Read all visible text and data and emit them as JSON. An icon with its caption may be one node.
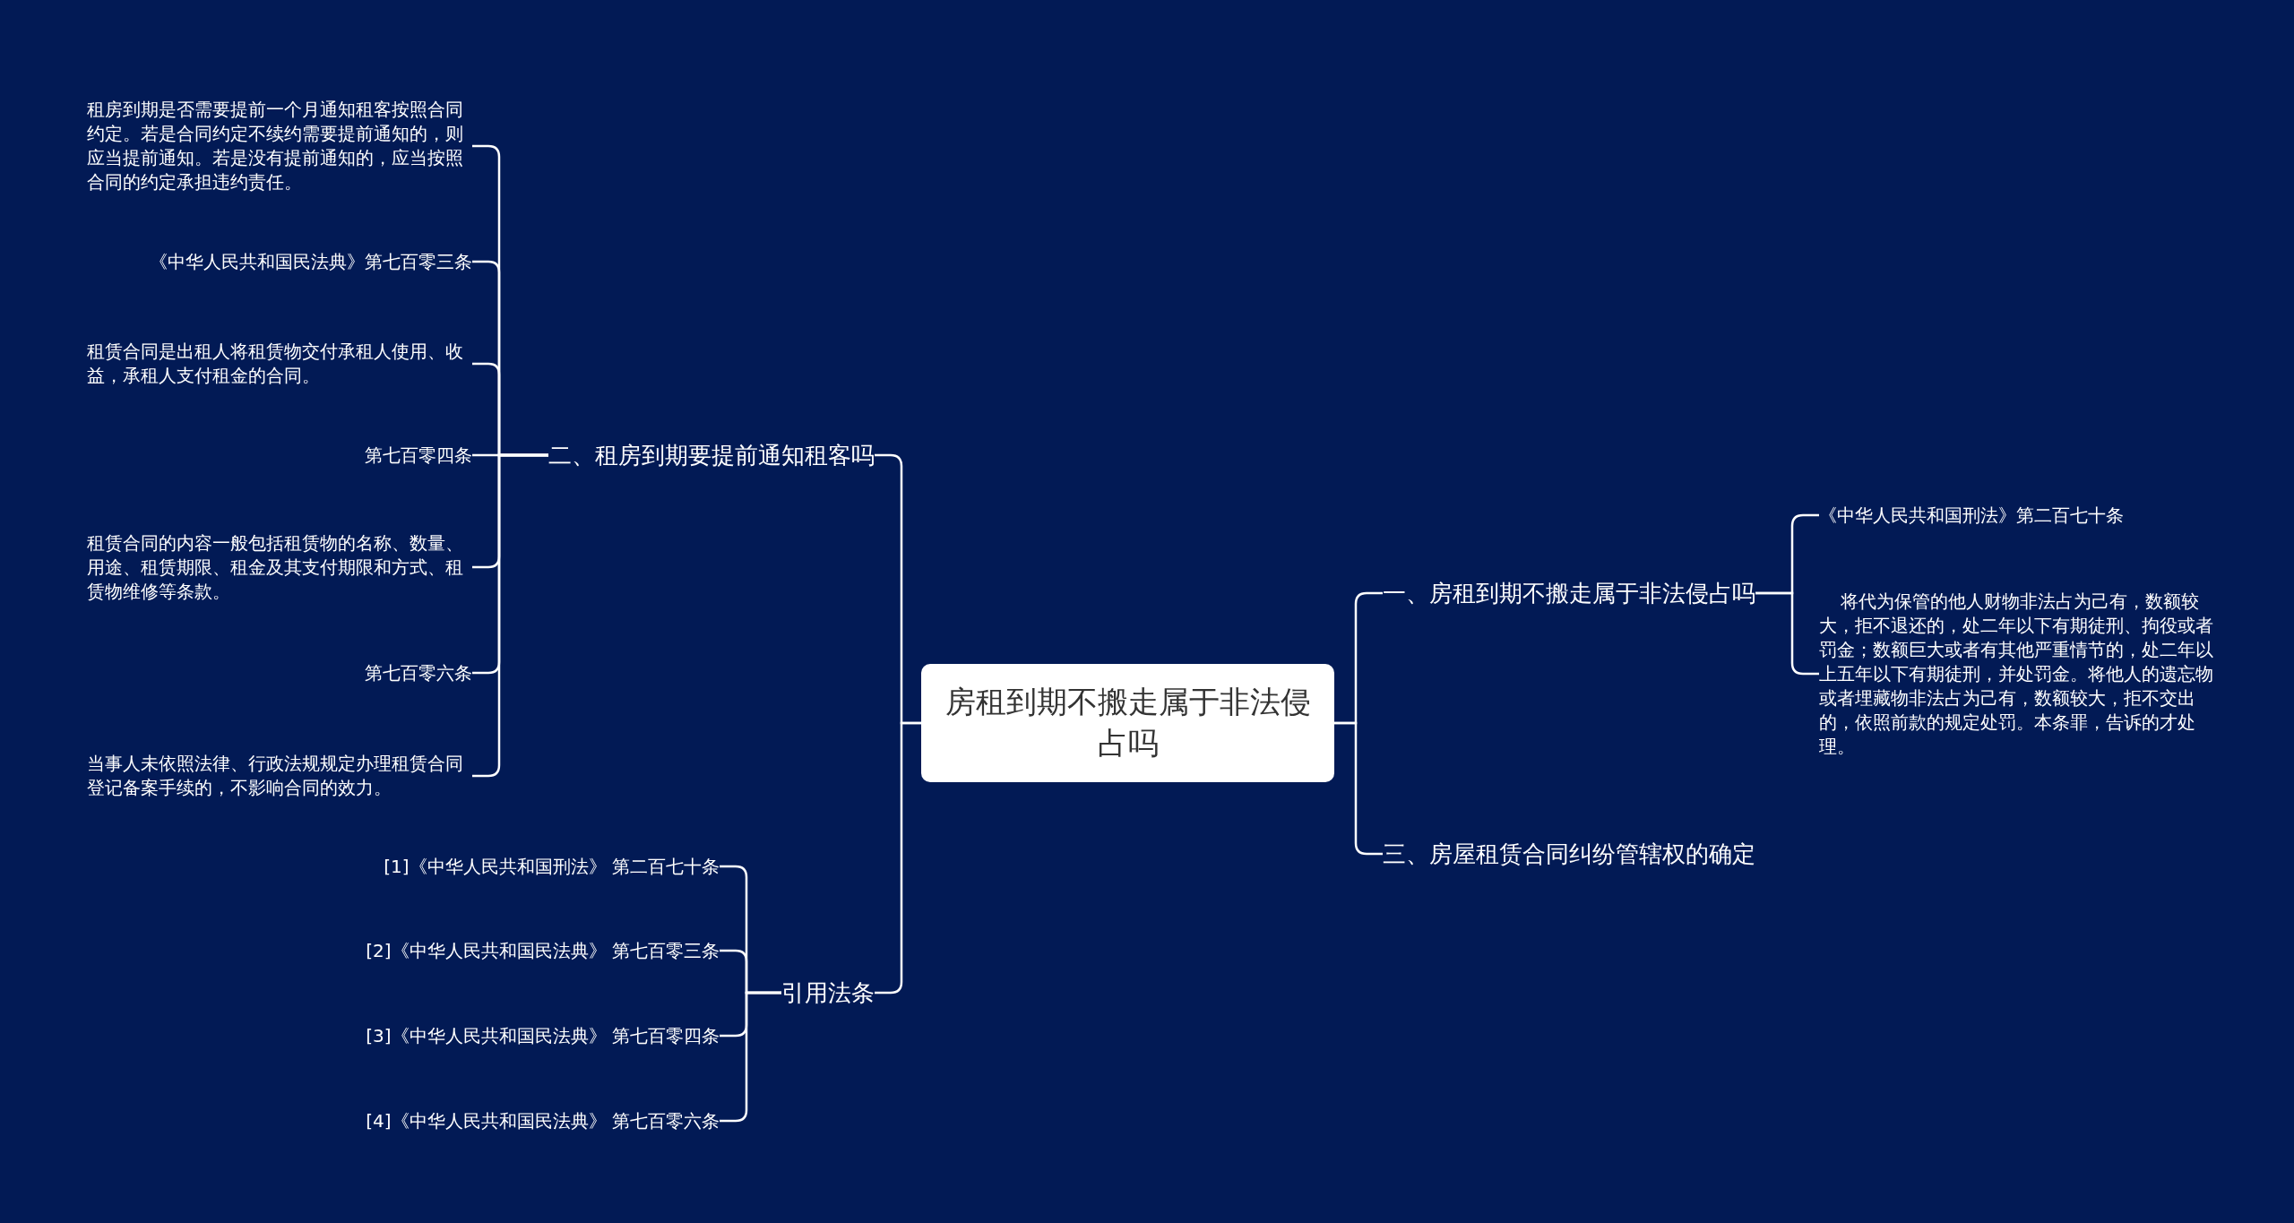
{
  "diagram": {
    "nodes": [
      {
        "text": [
          "房租到期不搬走属于非法侵占吗"
        ]
      },
      {
        "text": [
          "一、房租到期不搬走属于非法侵占吗"
        ]
      },
      {
        "text": [
          "《中华人民共和国刑法》第二百七十条"
        ]
      },
      {
        "text": [
          "将代为保管的他人财物非法占为己有，数额较大，拒不退还的，处二年以下有期徒刑、拘役或者罚金；数额巨大或者有其他严重情节的，处二年以上五年以下有期徒刑，并处罚金。将他人的遗忘物或者埋藏物非法占为己有，数额较大，拒不交出的，依照前款的规定处罚。本条罪，告诉的才处理。"
        ]
      },
      {
        "text": [
          "三、房屋租赁合同纠纷管辖权的确定"
        ]
      },
      {
        "text": [
          "二、租房到期要提前通知租客吗"
        ]
      },
      {
        "text": [
          "租房到期是否需要提前一个月通知租客按照合同约定。若是合同约定不续约需要提前通知的，则应当提前通知。若是没有提前通知的，应当按照合同的约定承担违约责任。"
        ]
      },
      {
        "text": [
          "《中华人民共和国民法典》第七百零三条"
        ]
      },
      {
        "text": [
          "租赁合同是出租人将租赁物交付承租人使用、收益，承租人支付租金的合同。"
        ]
      },
      {
        "text": [
          "第七百零四条"
        ]
      },
      {
        "text": [
          "租赁合同的内容一般包括租赁物的名称、数量、用途、租赁期限、租金及其支付期限和方式、租赁物维修等条款。"
        ]
      },
      {
        "text": [
          "第七百零六条"
        ]
      },
      {
        "text": [
          "当事人未依照法律、行政法规规定办理租赁合同登记备案手续的，不影响合同的效力。"
        ]
      },
      {
        "text": [
          "引用法条"
        ]
      },
      {
        "text": [
          "[1]《中华人民共和国刑法》 第二百七十条"
        ]
      },
      {
        "text": [
          "[2]《中华人民共和国民法典》 第七百零三条"
        ]
      },
      {
        "text": [
          "[3]《中华人民共和国民法典》 第七百零四条"
        ]
      },
      {
        "text": [
          "[4]《中华人民共和国民法典》 第七百零六条"
        ]
      }
    ],
    "edges": [
      {
        "from": 0,
        "to": 1,
        "arrow": "none"
      },
      {
        "from": 1,
        "to": 2,
        "arrow": "none"
      },
      {
        "from": 1,
        "to": 3,
        "arrow": "none"
      },
      {
        "from": 0,
        "to": 4,
        "arrow": "none"
      },
      {
        "from": 0,
        "to": 5,
        "arrow": "none"
      },
      {
        "from": 5,
        "to": 6,
        "arrow": "none"
      },
      {
        "from": 5,
        "to": 7,
        "arrow": "none"
      },
      {
        "from": 5,
        "to": 8,
        "arrow": "none"
      },
      {
        "from": 5,
        "to": 9,
        "arrow": "none"
      },
      {
        "from": 5,
        "to": 10,
        "arrow": "none"
      },
      {
        "from": 5,
        "to": 11,
        "arrow": "none"
      },
      {
        "from": 5,
        "to": 12,
        "arrow": "none"
      },
      {
        "from": 0,
        "to": 13,
        "arrow": "none"
      },
      {
        "from": 13,
        "to": 14,
        "arrow": "none"
      },
      {
        "from": 13,
        "to": 15,
        "arrow": "none"
      },
      {
        "from": 13,
        "to": 16,
        "arrow": "none"
      },
      {
        "from": 13,
        "to": 17,
        "arrow": "none"
      }
    ]
  }
}
